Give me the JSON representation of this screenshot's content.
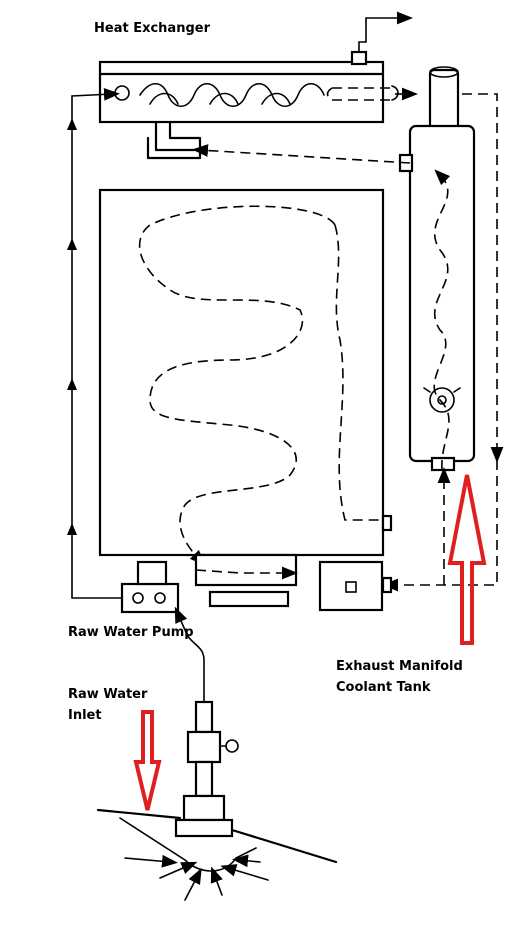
{
  "labels": {
    "heat_exchanger": "Heat Exchanger",
    "raw_water_pump": "Raw Water Pump",
    "raw_water_inlet_1": "Raw Water",
    "raw_water_inlet_2": "Inlet",
    "exhaust_manifold_1": "Exhaust Manifold",
    "exhaust_manifold_2": "Coolant Tank"
  },
  "colors": {
    "highlight_arrow": "#e02020",
    "line": "#000000"
  }
}
